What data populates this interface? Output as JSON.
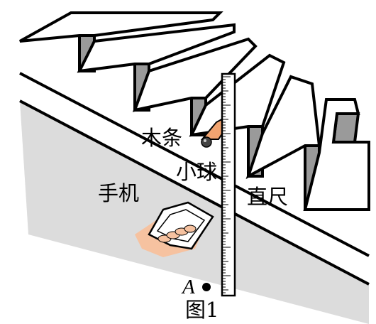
{
  "labels": {
    "wood_strip": "木条",
    "small_ball": "小球",
    "ruler": "直尺",
    "phone": "手机",
    "point_a": "A",
    "caption": "图1"
  },
  "colors": {
    "shadow_gray": "#d9d9d9",
    "riser_gray": "#9a9a9a",
    "wood_orange": "#f2a470",
    "hand_peach": "#f6c2a0",
    "line_black": "#000000"
  },
  "icons": {
    "ball": "ball-icon",
    "hand": "hand-icon",
    "phone": "phone-icon"
  }
}
